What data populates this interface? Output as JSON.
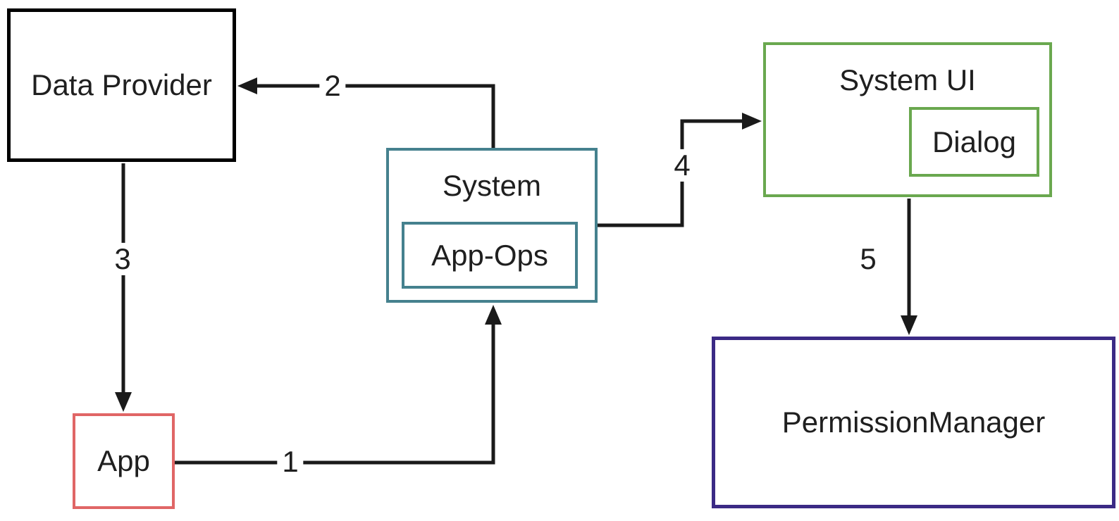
{
  "diagram": {
    "nodes": {
      "data_provider": {
        "label": "Data Provider",
        "border_color": "#000000"
      },
      "app": {
        "label": "App",
        "border_color": "#e06666"
      },
      "system": {
        "label": "System",
        "border_color": "#45818e",
        "child": {
          "label": "App-Ops"
        }
      },
      "system_ui": {
        "label": "System UI",
        "border_color": "#6aa84f",
        "child": {
          "label": "Dialog"
        }
      },
      "permission_manager": {
        "label": "PermissionManager",
        "border_color": "#3b2a85"
      }
    },
    "edges": [
      {
        "label": "1",
        "from": "App",
        "to": "System"
      },
      {
        "label": "2",
        "from": "System",
        "to": "Data Provider"
      },
      {
        "label": "3",
        "from": "Data Provider",
        "to": "App"
      },
      {
        "label": "4",
        "from": "System",
        "to": "System UI"
      },
      {
        "label": "5",
        "from": "System UI",
        "to": "PermissionManager"
      }
    ],
    "line_color": "#1a1a1a",
    "background_color": "#ffffff"
  }
}
